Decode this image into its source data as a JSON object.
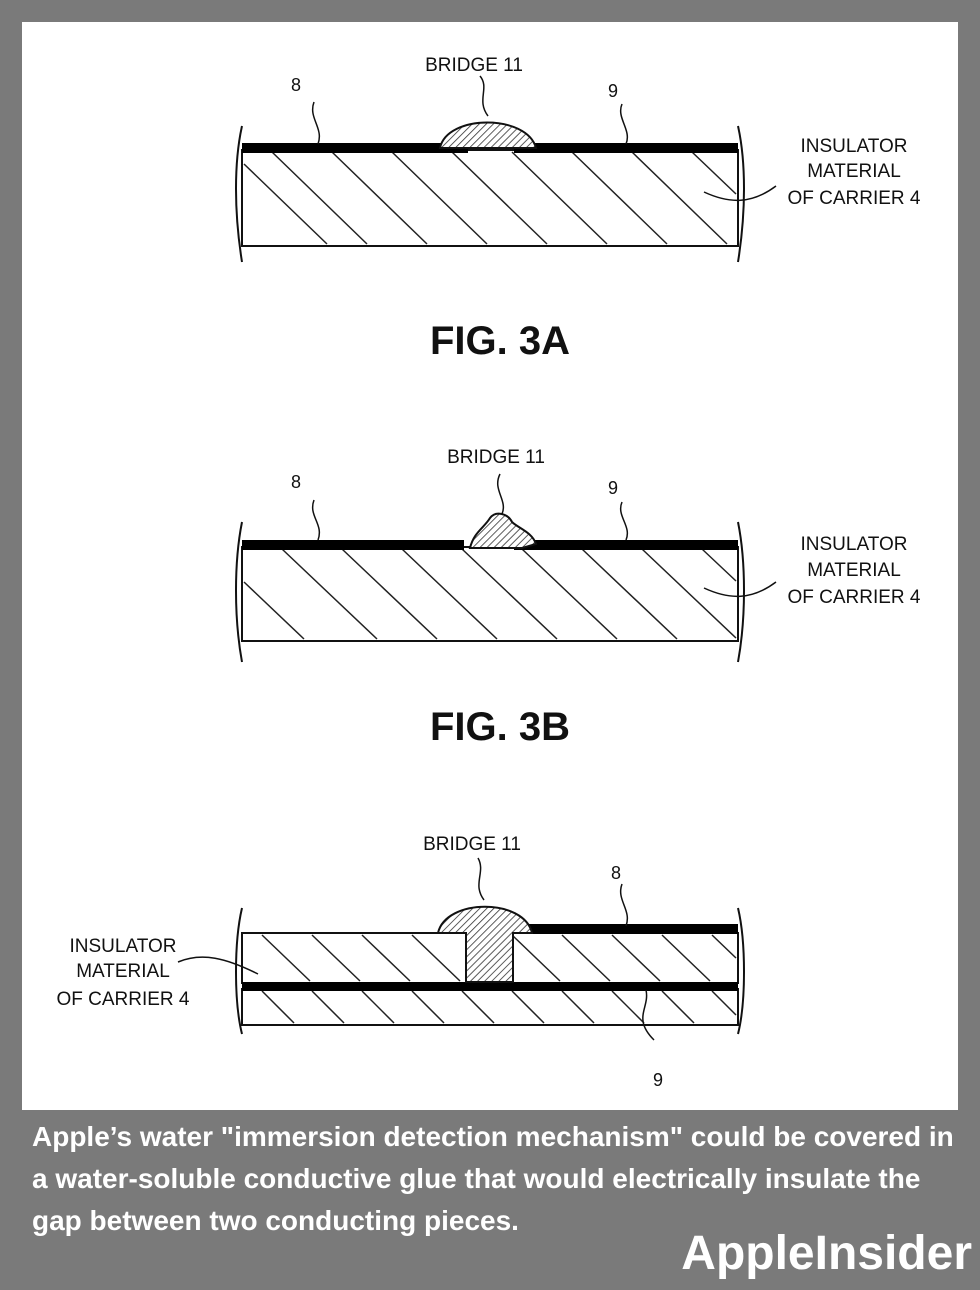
{
  "figures": [
    {
      "id": "3a",
      "caption": "FIG. 3A",
      "bridge_label": "BRIDGE 11",
      "left_ref": "8",
      "right_ref": "9",
      "insulator_lines": [
        "INSULATOR",
        "MATERIAL",
        "OF CARRIER 4"
      ]
    },
    {
      "id": "3b",
      "caption": "FIG. 3B",
      "bridge_label": "BRIDGE 11",
      "left_ref": "8",
      "right_ref": "9",
      "insulator_lines": [
        "INSULATOR",
        "MATERIAL",
        "OF CARRIER 4"
      ]
    },
    {
      "id": "3c",
      "bridge_label": "BRIDGE 11",
      "top_ref": "8",
      "bottom_ref": "9",
      "insulator_lines": [
        "INSULATOR",
        "MATERIAL",
        "OF CARRIER 4"
      ]
    }
  ],
  "caption_text": "Apple’s water \"immersion detection mechanism\" could be covered in a water-soluble conductive glue that would electrically insulate the gap between two conducting pieces.",
  "brand": "AppleInsider"
}
